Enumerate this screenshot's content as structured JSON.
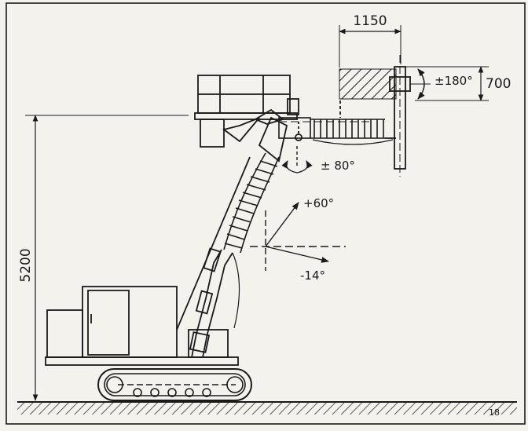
{
  "dimensions": {
    "width_label": "1150",
    "tool_height_label": "700",
    "machine_height_label": "5200"
  },
  "rotations": {
    "tool_rotation": "±180°",
    "wrist_rotation": "± 80°",
    "tilt_up": "+60°",
    "tilt_down": "-14°"
  },
  "figure_number": "18",
  "colors": {
    "ink": "#1a1a1a",
    "paper": "#f4f2ec"
  }
}
